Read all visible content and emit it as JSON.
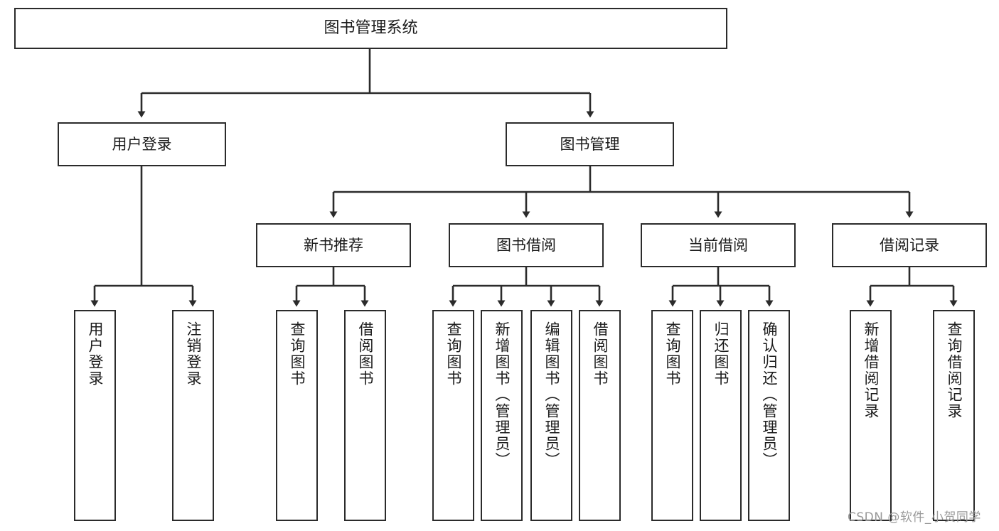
{
  "diagram": {
    "title": "图书管理系统",
    "type": "tree-hierarchy-diagram",
    "root": {
      "label": "图书管理系统"
    },
    "level2": [
      {
        "label": "用户登录"
      },
      {
        "label": "图书管理"
      }
    ],
    "level3": [
      {
        "label": "新书推荐"
      },
      {
        "label": "图书借阅"
      },
      {
        "label": "当前借阅"
      },
      {
        "label": "借阅记录"
      }
    ],
    "leaves": {
      "user_login": [
        {
          "label": "用户登录"
        },
        {
          "label": "注销登录"
        }
      ],
      "new_book_recommend": [
        {
          "label": "查询图书"
        },
        {
          "label": "借阅图书"
        }
      ],
      "book_borrow": [
        {
          "label": "查询图书"
        },
        {
          "label": "新增图书（管理员）"
        },
        {
          "label": "编辑图书（管理员）"
        },
        {
          "label": "借阅图书"
        }
      ],
      "current_borrow": [
        {
          "label": "查询图书"
        },
        {
          "label": "归还图书"
        },
        {
          "label": "确认归还（管理员）"
        }
      ],
      "borrow_record": [
        {
          "label": "新增借阅记录"
        },
        {
          "label": "查询借阅记录"
        }
      ]
    }
  },
  "watermark": {
    "text": "CSDN @软件_小贺同学"
  },
  "colors": {
    "box_border": "#2b2b2b",
    "box_fill": "#ffffff",
    "connector": "#2b2b2b",
    "text": "#1b1b1b",
    "watermark": "#9a9a9a",
    "background": "#ffffff"
  }
}
